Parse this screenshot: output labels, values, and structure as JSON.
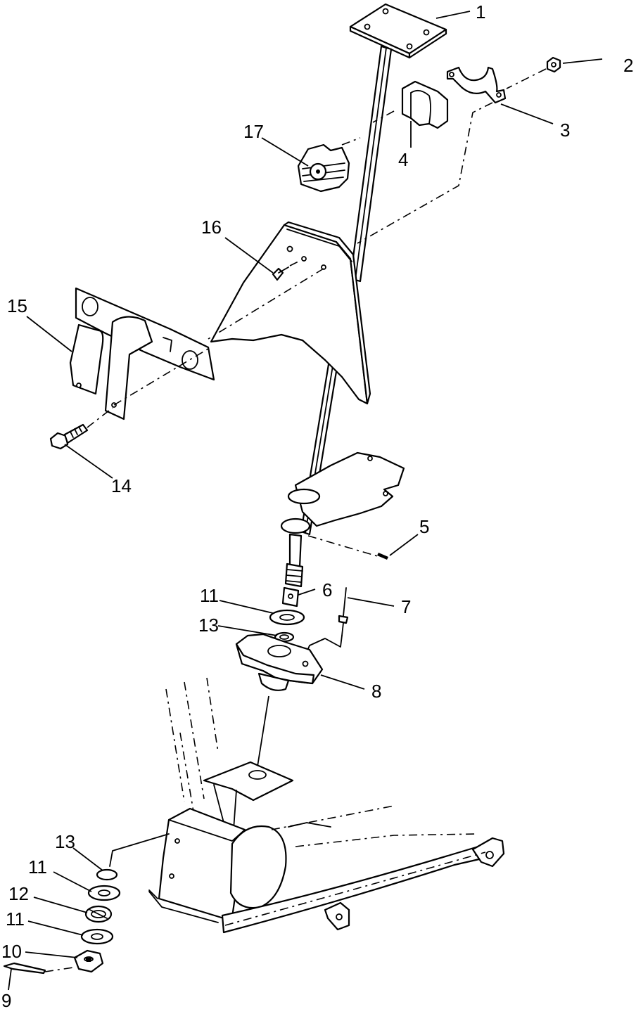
{
  "callouts": [
    {
      "id": "1",
      "text": "1"
    },
    {
      "id": "2",
      "text": "2"
    },
    {
      "id": "3",
      "text": "3"
    },
    {
      "id": "4",
      "text": "4"
    },
    {
      "id": "5",
      "text": "5"
    },
    {
      "id": "6",
      "text": "6"
    },
    {
      "id": "7",
      "text": "7"
    },
    {
      "id": "8",
      "text": "8"
    },
    {
      "id": "9",
      "text": "9"
    },
    {
      "id": "10",
      "text": "10"
    },
    {
      "id": "11a",
      "text": "11"
    },
    {
      "id": "11b",
      "text": "11"
    },
    {
      "id": "11c",
      "text": "11"
    },
    {
      "id": "12",
      "text": "12"
    },
    {
      "id": "13a",
      "text": "13"
    },
    {
      "id": "13b",
      "text": "13"
    },
    {
      "id": "14",
      "text": "14"
    },
    {
      "id": "15",
      "text": "15"
    },
    {
      "id": "16",
      "text": "16"
    },
    {
      "id": "17",
      "text": "17"
    }
  ]
}
